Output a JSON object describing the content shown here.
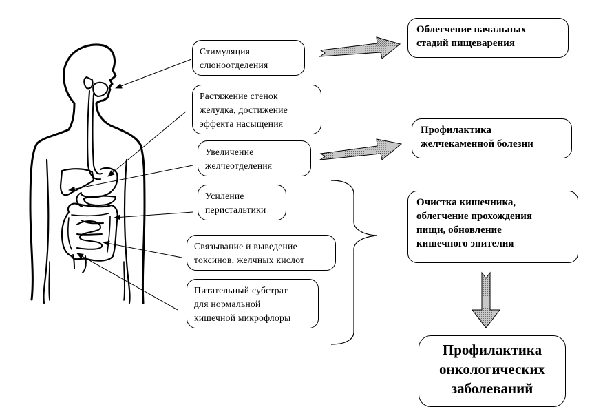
{
  "diagram": {
    "colors": {
      "ink": "#000000",
      "arrow_fill": "#b4b4b4",
      "background": "#ffffff"
    },
    "figure": {
      "label": "human-digestive-system-illustration"
    },
    "effects": [
      {
        "id": "saliva",
        "lines": [
          "Стимуляция",
          "слюноотделения"
        ],
        "points_to": "mouth"
      },
      {
        "id": "stomach",
        "lines": [
          "Растяжение стенок",
          "желудка, достижение",
          "эффекта насыщения"
        ],
        "points_to": "stomach"
      },
      {
        "id": "bile",
        "lines": [
          "Увеличение",
          "желчеотделения"
        ],
        "points_to": "gallbladder"
      },
      {
        "id": "peristalsis",
        "lines": [
          "Усиление",
          "перистальтики"
        ],
        "points_to": "colon"
      },
      {
        "id": "toxins",
        "lines": [
          "Связывание и выведение",
          "токсинов, желчных кислот"
        ],
        "points_to": "small-intestine"
      },
      {
        "id": "substrate",
        "lines": [
          "Питательный субстрат",
          "для нормальной",
          "кишечной микрофлоры"
        ],
        "points_to": "cecum"
      }
    ],
    "results": [
      {
        "id": "digestion",
        "lines": [
          "Облегчение начальных",
          "стадий пищеварения"
        ]
      },
      {
        "id": "gallstone",
        "lines": [
          "Профилактика",
          "желчекаменной болезни"
        ]
      },
      {
        "id": "intestine",
        "lines": [
          "Очистка кишечника,",
          "облегчение прохождения",
          "пищи, обновление",
          "кишечного эпителия"
        ]
      }
    ],
    "final": {
      "lines": [
        "Профилактика",
        "онкологических",
        "заболеваний"
      ]
    }
  }
}
